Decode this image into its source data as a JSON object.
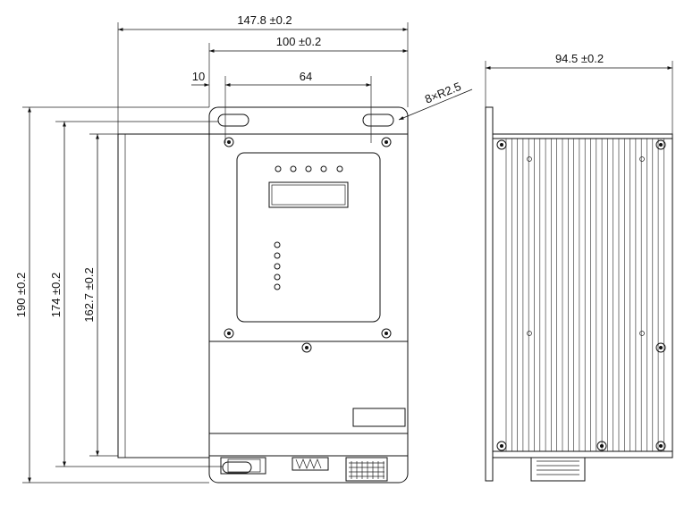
{
  "dimensions": {
    "overall_width": "147.8 ±0.2",
    "mount_width": "100 ±0.2",
    "offset_left": "10",
    "slot_spacing": "64",
    "slot_radius": "8×R2.5",
    "depth": "94.5 ±0.2",
    "height_total": "190 ±0.2",
    "height_mid": "174 ±0.2",
    "height_body": "162.7 ±0.2"
  }
}
